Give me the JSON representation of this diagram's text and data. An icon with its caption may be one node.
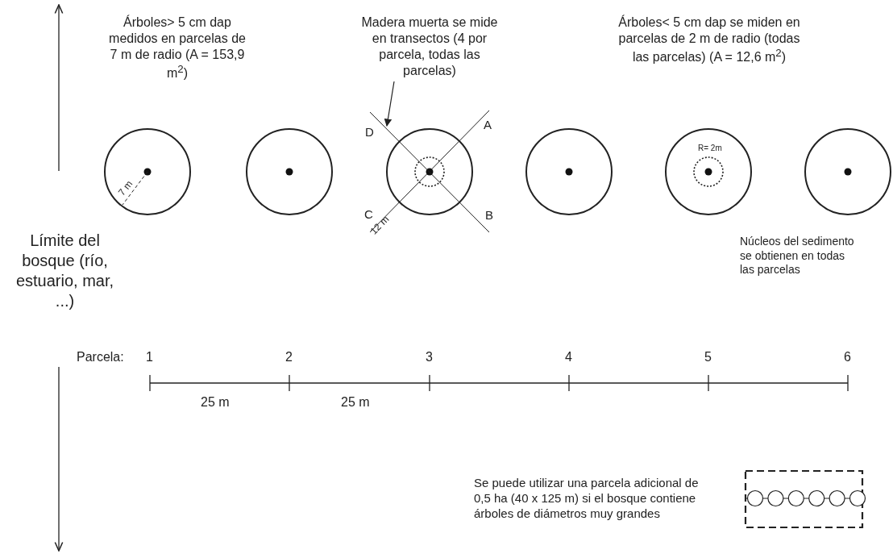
{
  "diagram": {
    "nodes": [
      {
        "text": [
          "Madera muerta se mide en transectos (4 por parcela, todas las parcelas)"
        ]
      },
      {
        "text": [],
        "shape": "line"
      }
    ],
    "edges": [
      {
        "from": 0,
        "to": 1,
        "arrow": "to"
      }
    ],
    "labels": [
      "Árboles> 5 cm dap medidos en parcelas de 7 m de radio (A = 153,9 m$^{2}$)",
      "Árboles< 5 cm dap se miden en parcelas de 2 m de radio (todas las parcelas) (A = 12,6 m$^{2}$)",
      "D",
      "A",
      "7 m",
      "R= 2m",
      "C",
      "B",
      "12 m",
      "Límite del bosque (río, estuario, mar, ...)",
      "Núcleos del sedimento se obtienen en todas las parcelas",
      "Parcela:",
      "1",
      "2",
      "3",
      "4",
      "5",
      "6",
      "25 m",
      "25 m",
      "Se puede utilizar una parcela adicional de 0,5 ha (40 x 125 m) si el bosque contiene árboles de diámetros muy grandes"
    ]
  }
}
